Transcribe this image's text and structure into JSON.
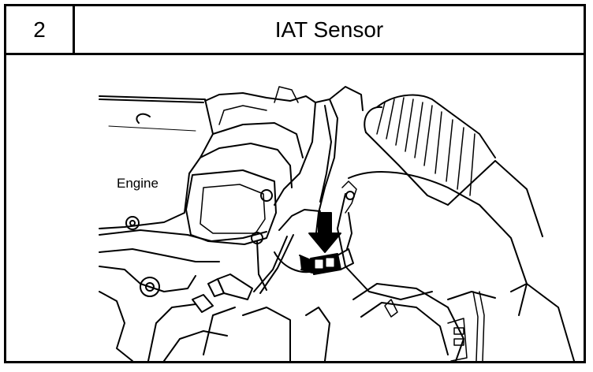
{
  "header": {
    "step_number": "2",
    "title": "IAT Sensor"
  },
  "diagram": {
    "labels": {
      "engine": "Engine"
    },
    "icons": {
      "pointer": "down-arrow-icon"
    },
    "colors": {
      "line": "#000000",
      "background": "#ffffff"
    }
  }
}
